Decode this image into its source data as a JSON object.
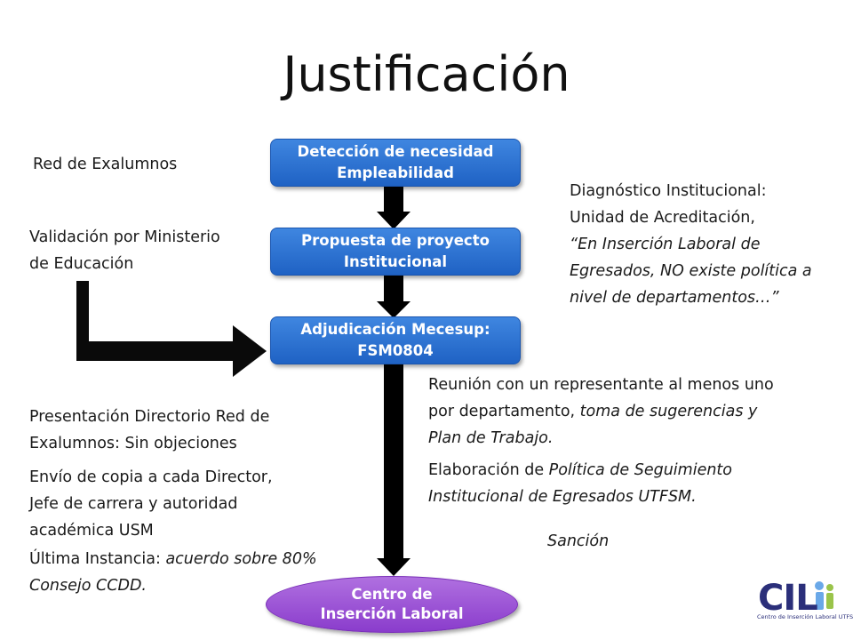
{
  "title": "Justificación",
  "flow": {
    "box1": [
      "Detección  de necesidad",
      "Empleabilidad"
    ],
    "box2": [
      "Propuesta de proyecto",
      "Institucional"
    ],
    "box3": [
      "Adjudicación Mecesup:",
      "FSM0804"
    ],
    "final": [
      "Centro de",
      "Inserción Laboral"
    ]
  },
  "left": {
    "red": "Red de Exalumnos",
    "validacion": [
      "Validación por Ministerio",
      "de Educación"
    ],
    "presentacion": [
      "Presentación Directorio Red de",
      "Exalumnos: Sin objeciones"
    ],
    "envio": [
      "Envío de copia a cada Director,",
      "Jefe de carrera y autoridad",
      "académica USM"
    ],
    "ultima_prefix": "Última Instancia: ",
    "ultima_italic": "acuerdo sobre 80%",
    "ultima_line2": "Consejo CCDD."
  },
  "right": {
    "diag1": "Diagnóstico Institucional:",
    "diag2": "Unidad de Acreditación,",
    "diag_quote": [
      "“En Inserción Laboral de",
      "Egresados, NO existe política a",
      "nivel de departamentos…”"
    ],
    "reunion1": "Reunión con un representante al menos uno",
    "reunion2_plain": "por departamento, ",
    "reunion2_italic": "toma de sugerencias y",
    "reunion3_italic": "Plan de Trabajo.",
    "elab1_plain": "Elaboración de ",
    "elab1_italic": "Política de Seguimiento",
    "elab2_italic": "Institucional de Egresados UTFSM.",
    "sancion": "Sanción"
  },
  "logo": {
    "name": "CIL",
    "subtitle": "Centro de Inserción Laboral UTFSM"
  },
  "colors": {
    "box_blue": "#2a6fd2",
    "oval_purple": "#9b50d8",
    "arrow": "#000000"
  }
}
